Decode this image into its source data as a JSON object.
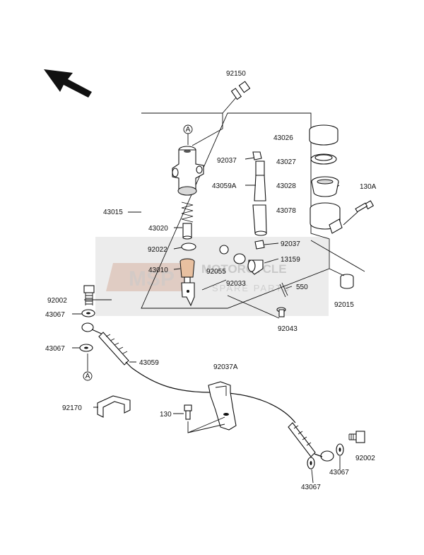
{
  "watermark": {
    "logo": "MSP",
    "name": "MOTORCYCLE",
    "tagline": "SPARE PARTS"
  },
  "circle_marker": "A",
  "labels": {
    "p92150": "92150",
    "p43026": "43026",
    "p92037_a": "92037",
    "p43027": "43027",
    "p43059A": "43059A",
    "p43028": "43028",
    "p130A": "130A",
    "p43078": "43078",
    "p43015": "43015",
    "p43020": "43020",
    "p92037_b": "92037",
    "p92022": "92022",
    "p13159": "13159",
    "p43010": "43010",
    "p92055": "92055",
    "p92033": "92033",
    "p550": "550",
    "p92002_a": "92002",
    "p92015": "92015",
    "p43067_a": "43067",
    "p92043": "92043",
    "p43067_b": "43067",
    "p43059": "43059",
    "p92037A": "92037A",
    "p92170": "92170",
    "p130": "130",
    "p92002_b": "92002",
    "p43067_c": "43067",
    "p43067_d": "43067"
  }
}
